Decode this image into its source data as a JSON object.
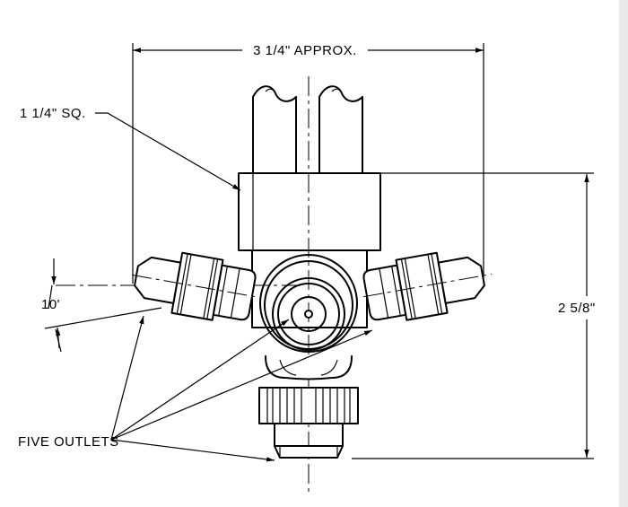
{
  "labels": {
    "overall_width": "3 1/4\" APPROX.",
    "body_size": "1 1/4\" SQ.",
    "height": "2 5/8\"",
    "angle": "10'",
    "outlets": "FIVE OUTLETS"
  }
}
